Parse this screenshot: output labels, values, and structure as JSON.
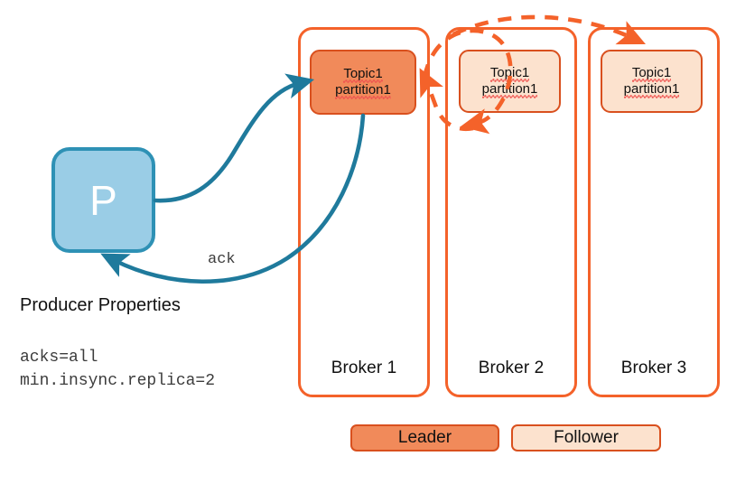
{
  "diagram": {
    "title": "Kafka acks=all replication diagram",
    "colors": {
      "broker_border": "#F4622A",
      "leader_fill": "#F18A5A",
      "follower_fill": "#FCE2CE",
      "partition_border": "#D9501E",
      "producer_fill": "#9ACDE6",
      "producer_border": "#2E91B5",
      "producer_arrow": "#1F7A9C",
      "replication_arrow": "#F4622A",
      "text": "#111111"
    }
  },
  "producer": {
    "letter": "P",
    "properties_title": "Producer Properties",
    "properties": "acks=all\nmin.insync.replica=2",
    "properties_lines": [
      "acks=all",
      "min.insync.replica=2"
    ]
  },
  "flows": {
    "send_label": "",
    "ack_label": "ack"
  },
  "brokers": [
    {
      "label": "Broker 1",
      "partition": {
        "topic": "Topic1",
        "partition": "partition1",
        "role": "leader"
      }
    },
    {
      "label": "Broker 2",
      "partition": {
        "topic": "Topic1",
        "partition": "partition1",
        "role": "follower"
      }
    },
    {
      "label": "Broker 3",
      "partition": {
        "topic": "Topic1",
        "partition": "partition1",
        "role": "follower"
      }
    }
  ],
  "legend": [
    {
      "label": "Leader",
      "role": "leader"
    },
    {
      "label": "Follower",
      "role": "follower"
    }
  ]
}
